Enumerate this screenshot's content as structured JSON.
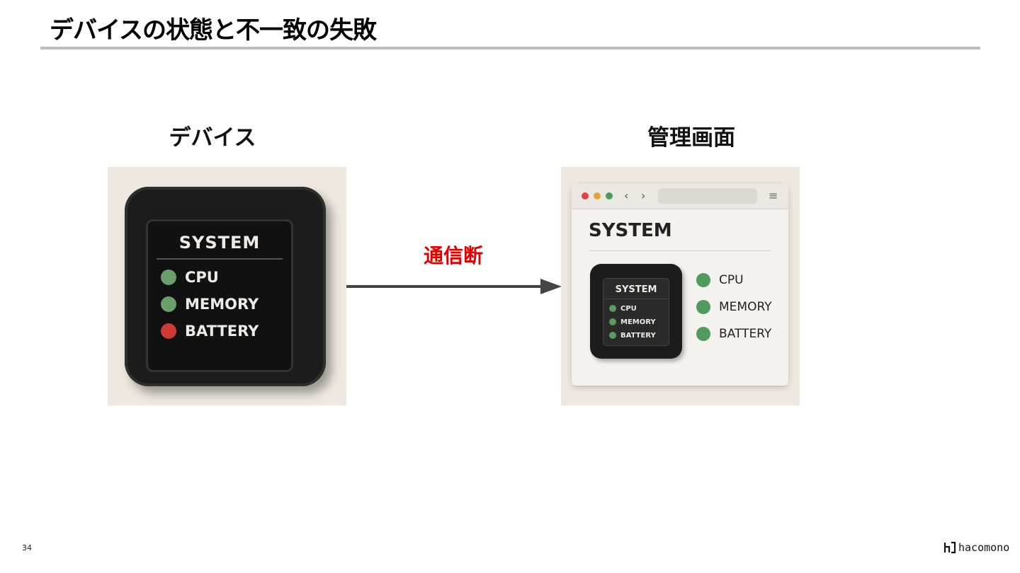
{
  "slide": {
    "title": "デバイスの状態と不一致の失敗",
    "page_number": "34",
    "logo_text": "hacomono"
  },
  "device": {
    "label": "デバイス",
    "screen_title": "SYSTEM",
    "items": [
      {
        "label": "CPU",
        "status_color": "#6b9e6b"
      },
      {
        "label": "MEMORY",
        "status_color": "#6b9e6b"
      },
      {
        "label": "BATTERY",
        "status_color": "#d03a35"
      }
    ]
  },
  "connection": {
    "label": "通信断",
    "label_color": "#e00000"
  },
  "admin": {
    "label": "管理画面",
    "browser_title": "SYSTEM",
    "window_dot_colors": [
      "#e0443e",
      "#e3a23a",
      "#4f9a5c"
    ],
    "nav_back": "‹",
    "nav_forward": "›",
    "menu_icon": "≡",
    "mini_device": {
      "title": "SYSTEM",
      "items": [
        {
          "label": "CPU",
          "status_color": "#5b9a63"
        },
        {
          "label": "MEMORY",
          "status_color": "#5b9a63"
        },
        {
          "label": "BATTERY",
          "status_color": "#5b9a63"
        }
      ]
    },
    "status_items": [
      {
        "label": "CPU",
        "status_color": "#4f9a5c"
      },
      {
        "label": "MEMORY",
        "status_color": "#4f9a5c"
      },
      {
        "label": "BATTERY",
        "status_color": "#4f9a5c"
      }
    ]
  }
}
